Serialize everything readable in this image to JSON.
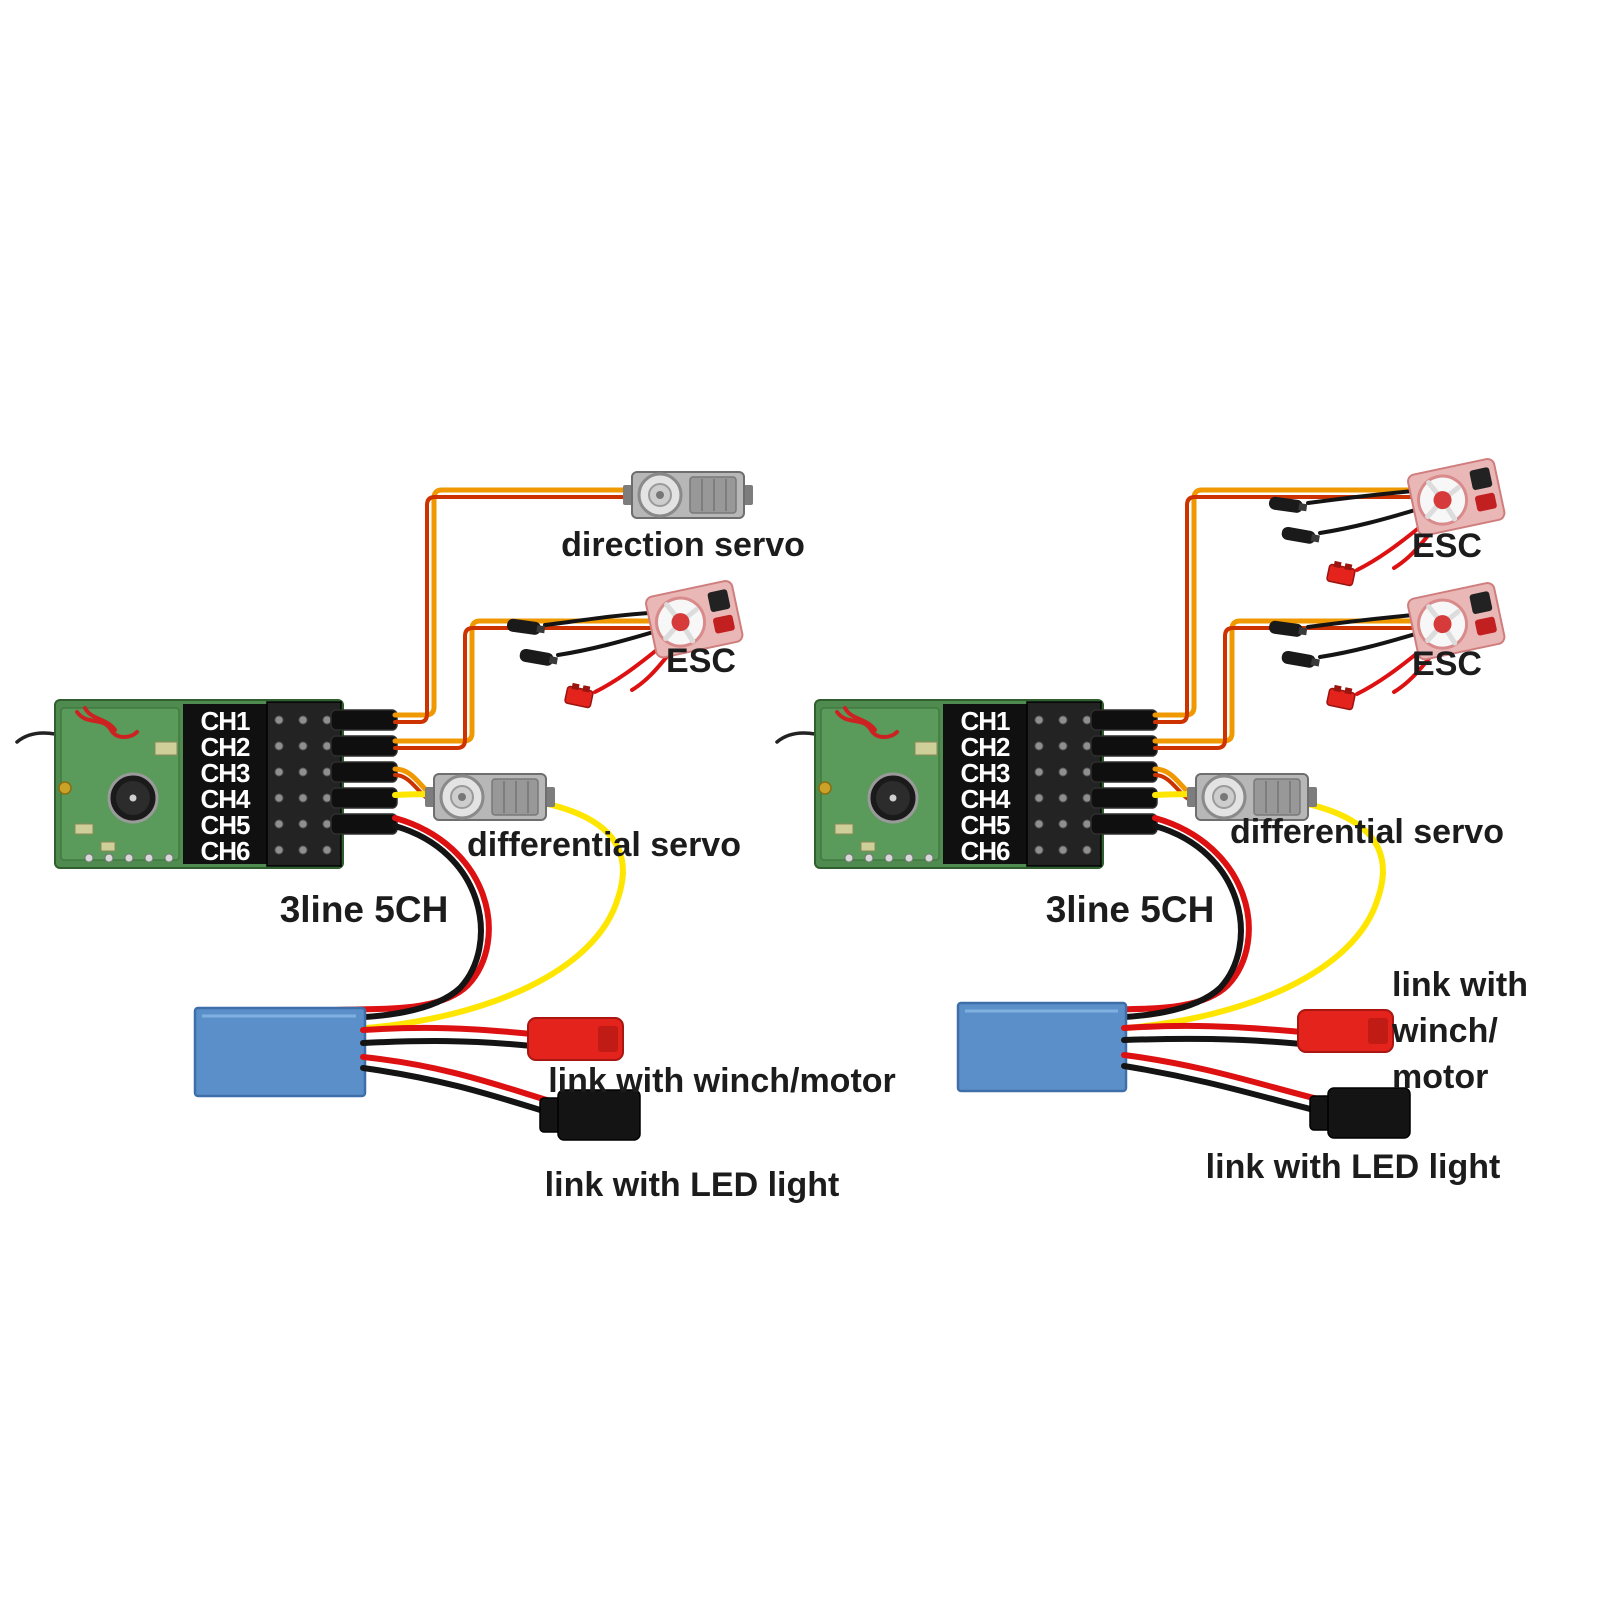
{
  "colors": {
    "background": "#ffffff",
    "wire_orange": "#f09800",
    "wire_red_accent": "#cc3300",
    "wire_yellow": "#ffe600",
    "wire_red": "#dd1111",
    "wire_black": "#141414",
    "pcb_green": "#4f8a4f",
    "battery_blue": "#5b8fc9",
    "connector_red": "#e3231c",
    "connector_black": "#141414",
    "label_text": "#1c1c1c"
  },
  "left_diagram": {
    "channels": [
      "CH1",
      "CH2",
      "CH3",
      "CH4",
      "CH5",
      "CH6"
    ],
    "labels": {
      "direction_servo": "direction servo",
      "esc": "ESC",
      "differential_servo": "differential servo",
      "receiver": "3line 5CH",
      "winch": "link with winch/motor",
      "led": "link with LED light"
    }
  },
  "right_diagram": {
    "channels": [
      "CH1",
      "CH2",
      "CH3",
      "CH4",
      "CH5",
      "CH6"
    ],
    "labels": {
      "esc_top": "ESC",
      "esc_bottom": "ESC",
      "differential_servo": "differential servo",
      "receiver": "3line  5CH",
      "winch_line1": "link with",
      "winch_line2": "winch/",
      "winch_line3": "motor",
      "led": "link with LED light"
    }
  }
}
